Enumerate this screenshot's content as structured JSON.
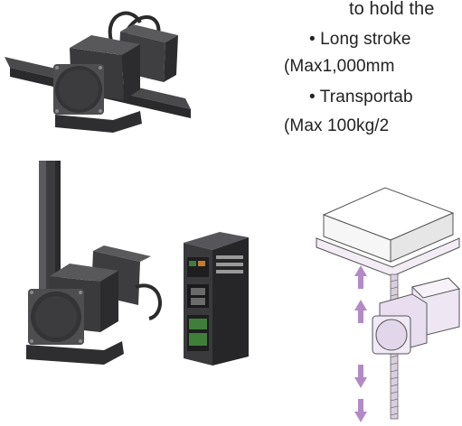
{
  "text": {
    "line1": "to hold the",
    "bullet2": "• Long stroke",
    "line3": "(Max1,000mm",
    "bullet4": "• Transportab",
    "line5": "(Max 100kg/2"
  },
  "images": [
    {
      "name": "horizontal-rail-actuator-photo"
    },
    {
      "name": "vertical-actuator-photo"
    },
    {
      "name": "driver-unit-photo"
    },
    {
      "name": "vertical-lift-illustration"
    }
  ],
  "colors": {
    "accent": "#b48ac6",
    "motor_dark": "#3a3a3c",
    "illustration_fill": "#eae0f0"
  }
}
